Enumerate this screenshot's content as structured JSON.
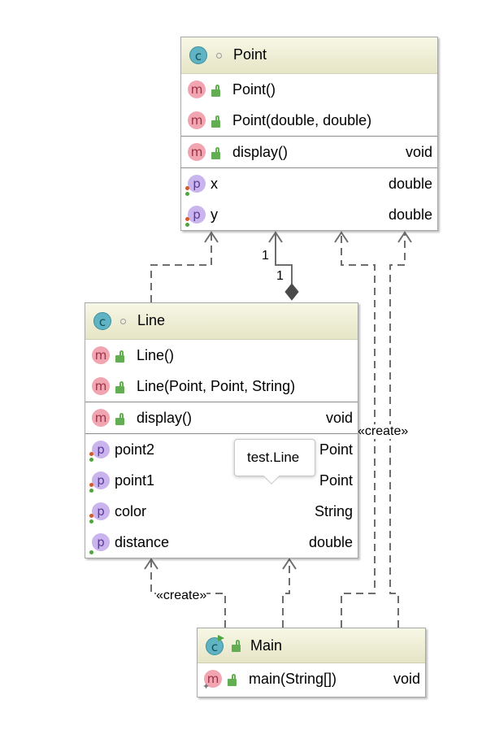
{
  "classes": {
    "point": {
      "name": "Point",
      "constructors": [
        {
          "name": "Point()"
        },
        {
          "name": "Point(double, double)"
        }
      ],
      "methods": [
        {
          "name": "display()",
          "type": "void"
        }
      ],
      "properties": [
        {
          "name": "x",
          "type": "double"
        },
        {
          "name": "y",
          "type": "double"
        }
      ]
    },
    "line": {
      "name": "Line",
      "constructors": [
        {
          "name": "Line()"
        },
        {
          "name": "Line(Point, Point, String)"
        }
      ],
      "methods": [
        {
          "name": "display()",
          "type": "void"
        }
      ],
      "properties": [
        {
          "name": "point2",
          "type": "Point"
        },
        {
          "name": "point1",
          "type": "Point"
        },
        {
          "name": "color",
          "type": "String"
        },
        {
          "name": "distance",
          "type": "double"
        }
      ]
    },
    "main": {
      "name": "Main",
      "methods": [
        {
          "name": "main(String[])",
          "type": "void"
        }
      ]
    }
  },
  "badges": {
    "class": "c",
    "method": "m",
    "property": "p"
  },
  "icons": {
    "class": "class-icon",
    "method": "method-icon",
    "property": "property-icon",
    "public": "lock-icon"
  },
  "relations": {
    "create_label_right": "«create»",
    "create_label_left": "«create»",
    "multiplicity_point": "1",
    "multiplicity_line": "1"
  },
  "tooltip": {
    "text": "test.Line"
  },
  "colors": {
    "header_gradient_top": "#f7f7e6",
    "header_gradient_bottom": "#e6e5c6",
    "border": "#a8a8a8",
    "connector": "#6e6e6e",
    "class_badge": "#5fb3c3",
    "method_badge": "#f1a5b0",
    "property_badge": "#c9b4ee",
    "public_lock": "#63ae52"
  }
}
